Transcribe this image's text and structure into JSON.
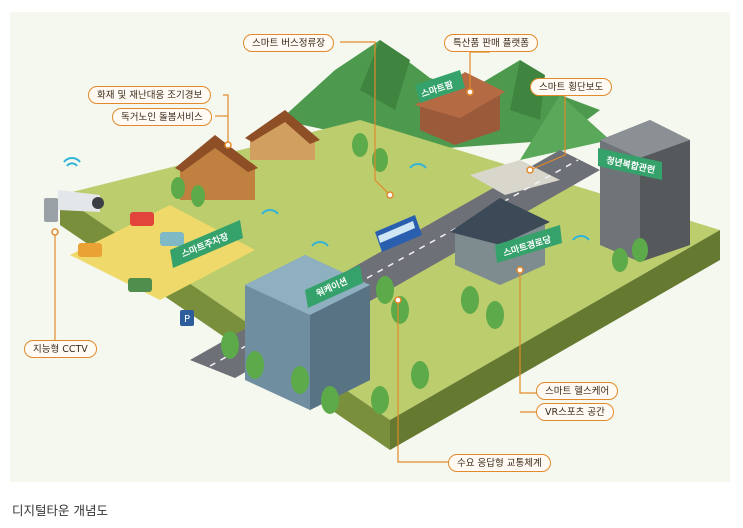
{
  "callouts": {
    "bus_stop": "스마트 버스정류장",
    "market_platform": "특산품 판매 플랫폼",
    "crosswalk": "스마트 횡단보도",
    "disaster_alert": "화재 및 재난대응 조기경보",
    "elderly_care": "독거노인 돌봄서비스",
    "cctv": "지능형 CCTV",
    "healthcare": "스마트 헬스케어",
    "vr_sports": "VR스포츠 공간",
    "on_demand_transport": "수요 응답형 교통체계"
  },
  "building_signs": {
    "farm": "스마트팜",
    "youth_center": "청년복합관련",
    "parking": "스마트주차장",
    "work_station": "워케이션",
    "senior_hall": "스마트경로당"
  },
  "caption": "디지털타운 개념도",
  "colors": {
    "accent": "#e28a2b",
    "grass": "#b8cc6a",
    "road": "#6d7077",
    "sign_green": "#34a26a"
  }
}
